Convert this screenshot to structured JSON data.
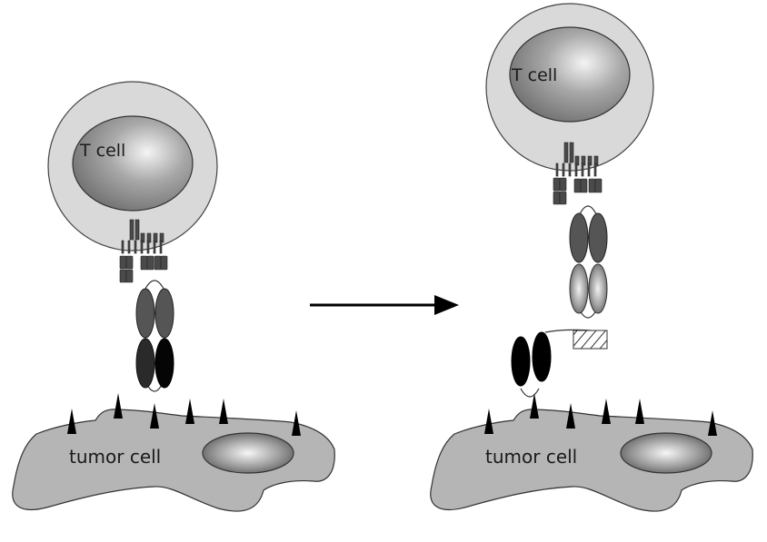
{
  "diagram": {
    "title": "T cell engagement with tumor cell via bispecific antibody",
    "panels": [
      {
        "id": "left",
        "t_cell_label": "T cell",
        "tumor_cell_label": "tumor cell",
        "antibody_state": "active bispecific antibody bridging T cell receptor and tumor antigen"
      },
      {
        "id": "right",
        "t_cell_label": "T cell",
        "tumor_cell_label": "tumor cell",
        "antibody_state": "masked/split antibody with hatched blocking domain"
      }
    ],
    "transition_arrow": "arrow-right",
    "colors": {
      "cell_membrane": "#d9d9d9",
      "nucleus_dark": "#7a7a7a",
      "nucleus_light": "#f2f2f2",
      "tumor_body": "#b5b5b5",
      "receptor": "#4a4a4a",
      "antibody_upper": "#555555",
      "antibody_lower": "#111111",
      "antigen": "#000000"
    }
  }
}
